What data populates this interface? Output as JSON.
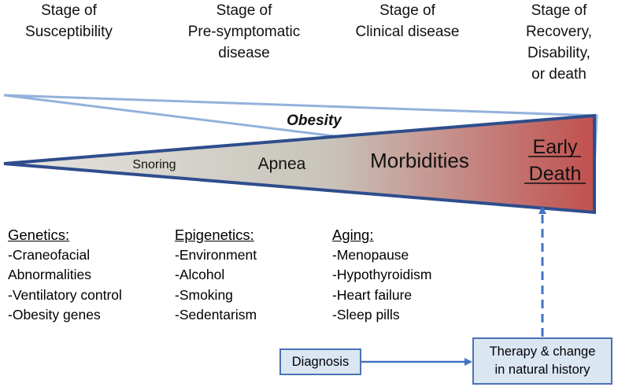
{
  "stages": [
    {
      "line1": "Stage of",
      "line2": "Susceptibility",
      "line3": "",
      "line4": ""
    },
    {
      "line1": "Stage of",
      "line2": "Pre-symptomatic",
      "line3": "disease",
      "line4": ""
    },
    {
      "line1": "Stage of",
      "line2": "Clinical disease",
      "line3": "",
      "line4": ""
    },
    {
      "line1": "Stage of",
      "line2": "Recovery,",
      "line3": "Disability,",
      "line4": "or death"
    }
  ],
  "wedge": {
    "obesity_label": "Obesity",
    "snoring": "Snoring",
    "apnea": "Apnea",
    "morbidities": "Morbidities",
    "early_death_line1": "Early",
    "early_death_line2": "Death",
    "gradient_colors": [
      "#e6e4df",
      "#c8c4bb",
      "#c1504f"
    ],
    "outline_color": "#2e4d8c",
    "obesity_line_color": "#93b1dc"
  },
  "columns": [
    {
      "heading": "Genetics:",
      "items": [
        "-Craneofacial",
        "Abnormalities",
        "-Ventilatory control",
        "-Obesity genes"
      ]
    },
    {
      "heading": "Epigenetics:",
      "items": [
        "-Environment",
        "-Alcohol",
        "-Smoking",
        "-Sedentarism"
      ]
    },
    {
      "heading": "Aging:",
      "items": [
        "-Menopause",
        "-Hypothyroidism",
        "-Heart failure",
        "-Sleep pills"
      ]
    }
  ],
  "diagnosis_box": {
    "label": "Diagnosis"
  },
  "therapy_box": {
    "line1": "Therapy & change",
    "line2": "in natural history"
  },
  "arrow_color": "#4472c4"
}
